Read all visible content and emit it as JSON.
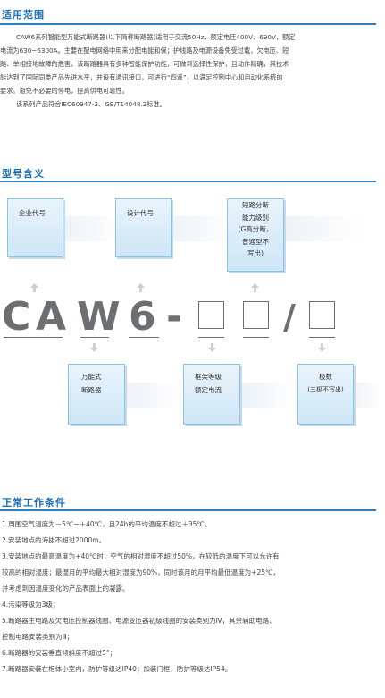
{
  "sections": {
    "intro_title": "适用范围",
    "model_title": "型号含义",
    "cond_title": "正常工作条件"
  },
  "intro": {
    "para1_lines": [
      "CAW6系列智能型万能式断路器(以下简称断路器)适用于交流50Hz，额定电压400V、690V，额定",
      "电流为630~6300A。主要在配电网络中用来分配电能和保；护线路及电源设备免受过载，欠电压、短",
      "路、单相接地故障的危害，该断路器具有多种智能保护功能，可做到选择性保护，且动作精确，其技术",
      "能达到了国际同类产品先进水平，并设有通讯接口，可进行“四遥”，以满足控制中心和自动化系统的",
      "要求。避免不必要的停电，提高供电可靠性。"
    ],
    "para2": "该系列产品符合IEC60947-2、GB/T14048.2标准。"
  },
  "model": {
    "code_chars": [
      "C",
      "A",
      "W",
      "6",
      "-"
    ],
    "slash": "/",
    "top_boxes": [
      {
        "lines": [
          "企业代号"
        ]
      },
      {
        "lines": [
          "设计代号"
        ]
      },
      {
        "lines": [
          "短路分断",
          "能力级别",
          "(G高分断，",
          "普通型不",
          "写出)"
        ]
      }
    ],
    "bottom_boxes": [
      {
        "lines": [
          "万能式",
          "断路器"
        ]
      },
      {
        "lines": [
          "框架等级",
          "额定电流"
        ]
      },
      {
        "lines": [
          "极数",
          "(三极不写出)"
        ]
      }
    ]
  },
  "conditions": [
    "1.周围空气温度为－5℃~＋40℃，且24h的平均温度不超过＋35℃。",
    "2.安装地点的海拔不超过2000m。",
    "3.安装地点的最高温度为+40℃时，空气的相对湿度不超过50%，在较低的温度下可以允许有",
    "   较高的相对湿度；最湿月的平均最大相对湿度为90%，同时该月的月平均最低温度为+25℃，",
    "   并考虑到因温度变化的产品表面上的凝露。",
    "4.污染等级为3级；",
    "5.断路器主电路及欠电压控制器线圈、电源变压器初级线圈的安装类别为Ⅳ，其余辅助电路、",
    "   控制电路安装类别为Ⅲ；",
    "6.断路器的安装垂直倾斜度不超过5°；",
    "7.断路器安装在柜体小室内，防护等级达IP40；加装门框，防护等级达IP54。"
  ],
  "colors": {
    "accent": "#1b6fb3",
    "box_fill": "#d6eaf8",
    "code_gray": "#6d6e71"
  }
}
